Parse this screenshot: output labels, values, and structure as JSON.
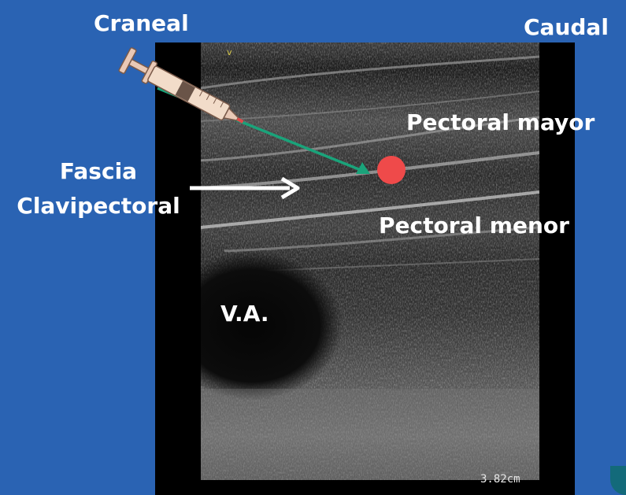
{
  "labels": {
    "craneal": "Craneal",
    "caudal": "Caudal",
    "fascia_line1": "Fascia",
    "fascia_line2": "Clavipectoral",
    "pectoral_mayor": "Pectoral mayor",
    "pectoral_menor": "Pectoral menor",
    "va": "V.A."
  },
  "ultrasound": {
    "scale": "3.82cm",
    "marker": "v"
  },
  "icons": {
    "syringe": "syringe-icon",
    "arrow": "arrow-right-icon",
    "target": "target-dot-icon"
  },
  "colors": {
    "background": "#2a63b3",
    "needle": "#1aa37a",
    "target": "#ef4a4a",
    "text": "#ffffff"
  }
}
